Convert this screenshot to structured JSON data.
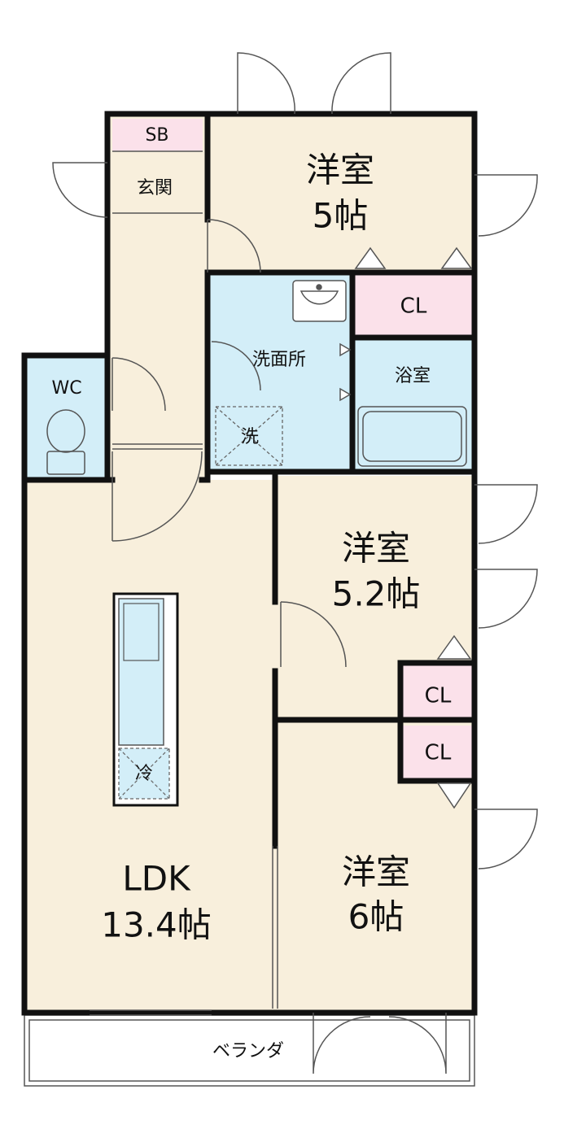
{
  "rooms": {
    "western1": {
      "name": "洋室",
      "size": "5帖"
    },
    "western2": {
      "name": "洋室",
      "size": "5.2帖"
    },
    "western3": {
      "name": "洋室",
      "size": "6帖"
    },
    "ldk": {
      "name": "LDK",
      "size": "13.4帖"
    },
    "wc": {
      "name": "WC"
    },
    "sb": {
      "name": "SB"
    },
    "entrance": {
      "name": "玄関"
    },
    "washroom": {
      "name": "洗面所"
    },
    "bath": {
      "name": "浴室"
    },
    "closet1": {
      "name": "CL"
    },
    "closet2": {
      "name": "CL"
    },
    "closet3": {
      "name": "CL"
    },
    "washer": {
      "name": "洗"
    },
    "fridge": {
      "name": "冷"
    },
    "veranda": {
      "name": "ベランダ"
    }
  },
  "colors": {
    "floor": "#f8efdc",
    "wet": "#d3eef8",
    "closet": "#fbe1ea",
    "wall": "#111111",
    "door": "#555555"
  }
}
